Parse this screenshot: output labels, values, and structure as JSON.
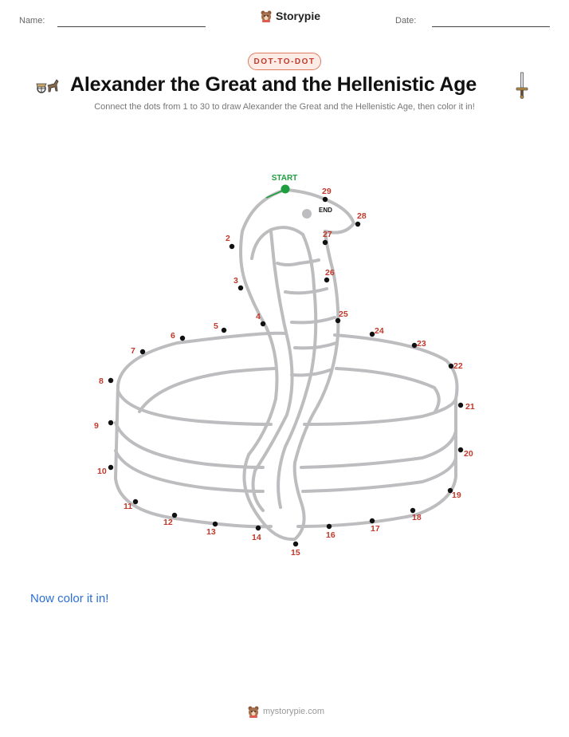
{
  "header": {
    "name_label": "Name:",
    "date_label": "Date:",
    "brand": "Storypie"
  },
  "badge": "DOT-TO-DOT",
  "title": "Alexander the Great and the Hellenistic Age",
  "subtitle": "Connect the dots from 1 to 30 to draw Alexander the Great and the Hellenistic Age, then color it in!",
  "icons": {
    "left": "chariot-icon",
    "right": "sword-icon"
  },
  "puzzle": {
    "start_label": "START",
    "end_label": "END",
    "dot_labels": [
      "1",
      "2",
      "3",
      "4",
      "5",
      "6",
      "7",
      "8",
      "9",
      "10",
      "11",
      "12",
      "13",
      "14",
      "15",
      "16",
      "17",
      "18",
      "19",
      "20",
      "21",
      "22",
      "23",
      "24",
      "25",
      "26",
      "27",
      "28",
      "29",
      "30"
    ],
    "colors": {
      "start": "#1e9e3e",
      "label": "#c0392b",
      "dot": "#111111",
      "outline": "#bdbdc0"
    }
  },
  "color_prompt": "Now color it in!",
  "footer": {
    "site": "mystorypie.com"
  }
}
